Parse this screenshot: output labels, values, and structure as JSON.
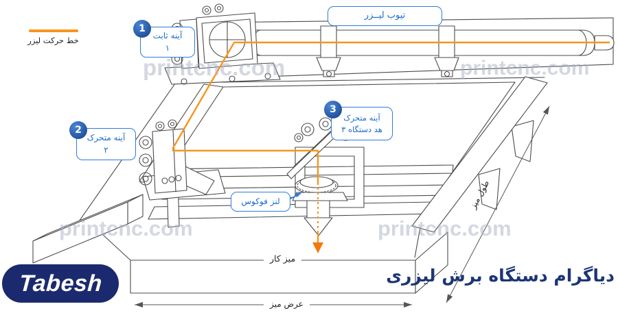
{
  "legend": {
    "label": "خط حرکت لیزر"
  },
  "callouts": {
    "laser_tube": {
      "label": "تیوب لیــزر"
    },
    "fixed_mirror": {
      "number": "1",
      "line1": "آینه ثابت",
      "line2": "۱"
    },
    "moving_mirror": {
      "number": "2",
      "line1": "آینه متحرک",
      "line2": "۲"
    },
    "head_mirror": {
      "number": "3",
      "line1": "آینه متحرک",
      "line2": "هد دستگاه ۳"
    },
    "focus_lens": {
      "label": "لنز فوکوس"
    }
  },
  "annotations": {
    "work_table": "میز کار",
    "table_width": "عرض میز",
    "table_length": "طول میز"
  },
  "watermark": {
    "text": "printcnc.com"
  },
  "footer": {
    "logo_text": "Tabesh",
    "title": "دیاگرام دستگاه برش لیزری"
  },
  "colors": {
    "laser_orange": "#F7941D",
    "callout_blue": "#2E7BDC",
    "badge_blue": "#1A4E9E",
    "navy": "#1B2A6E",
    "line_gray": "#4B4B4B",
    "watermark_gray": "#AAB0C4"
  }
}
